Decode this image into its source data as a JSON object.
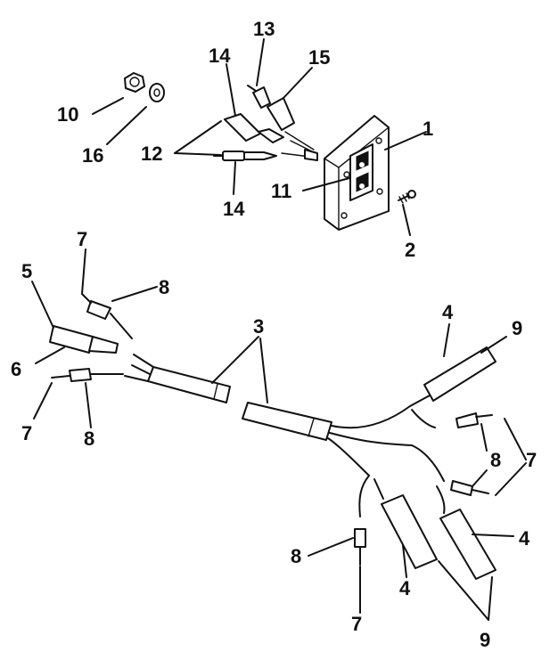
{
  "callouts": {
    "c1": "1",
    "c2": "2",
    "c3": "3",
    "c4a": "4",
    "c4b": "4",
    "c4c": "4",
    "c5": "5",
    "c6": "6",
    "c7a": "7",
    "c7b": "7",
    "c7c": "7",
    "c7d": "7",
    "c8a": "8",
    "c8b": "8",
    "c8c": "8",
    "c8d": "8",
    "c9a": "9",
    "c9b": "9",
    "c10": "10",
    "c11": "11",
    "c12": "12",
    "c13": "13",
    "c14a": "14",
    "c14b": "14",
    "c15": "15",
    "c16": "16"
  }
}
